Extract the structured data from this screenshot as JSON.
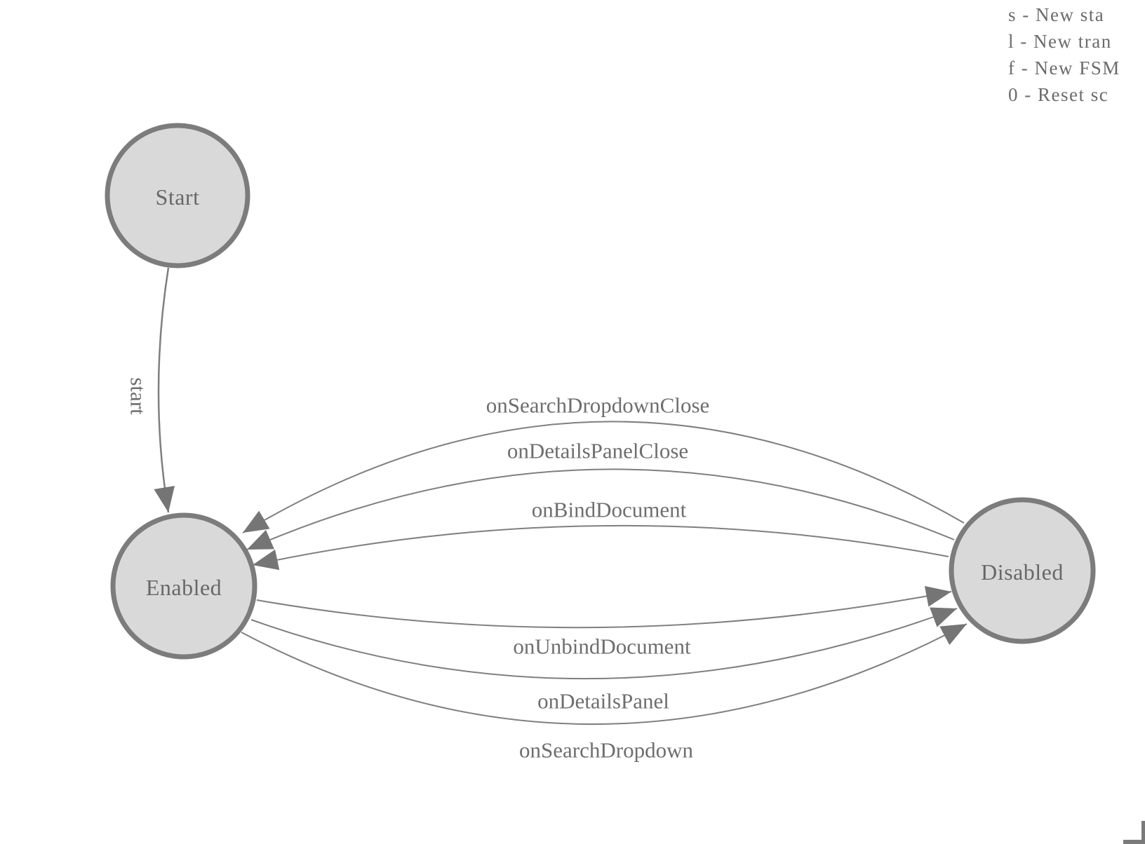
{
  "colors": {
    "node_fill": "#d9d9d9",
    "node_stroke": "#7c7c7c",
    "edge_stroke": "#7f7f7f",
    "arrow_fill": "#757575",
    "state_text": "#686868",
    "edge_text": "#6e6e6e",
    "legend_text": "#6b6b6b",
    "corner_color": "#7a7a7a"
  },
  "legend": {
    "lines": [
      "s - New sta",
      "l - New tran",
      "f - New FSM",
      "0 - Reset sc"
    ]
  },
  "states": [
    {
      "id": "start",
      "label": "Start"
    },
    {
      "id": "enabled",
      "label": "Enabled"
    },
    {
      "id": "disabled",
      "label": "Disabled"
    }
  ],
  "transitions": [
    {
      "label": "start",
      "from": "Start",
      "to": "Enabled"
    },
    {
      "label": "onSearchDropdownClose",
      "from": "Disabled",
      "to": "Enabled"
    },
    {
      "label": "onDetailsPanelClose",
      "from": "Disabled",
      "to": "Enabled"
    },
    {
      "label": "onBindDocument",
      "from": "Disabled",
      "to": "Enabled"
    },
    {
      "label": "onUnbindDocument",
      "from": "Enabled",
      "to": "Disabled"
    },
    {
      "label": "onDetailsPanel",
      "from": "Enabled",
      "to": "Disabled"
    },
    {
      "label": "onSearchDropdown",
      "from": "Enabled",
      "to": "Disabled"
    }
  ]
}
